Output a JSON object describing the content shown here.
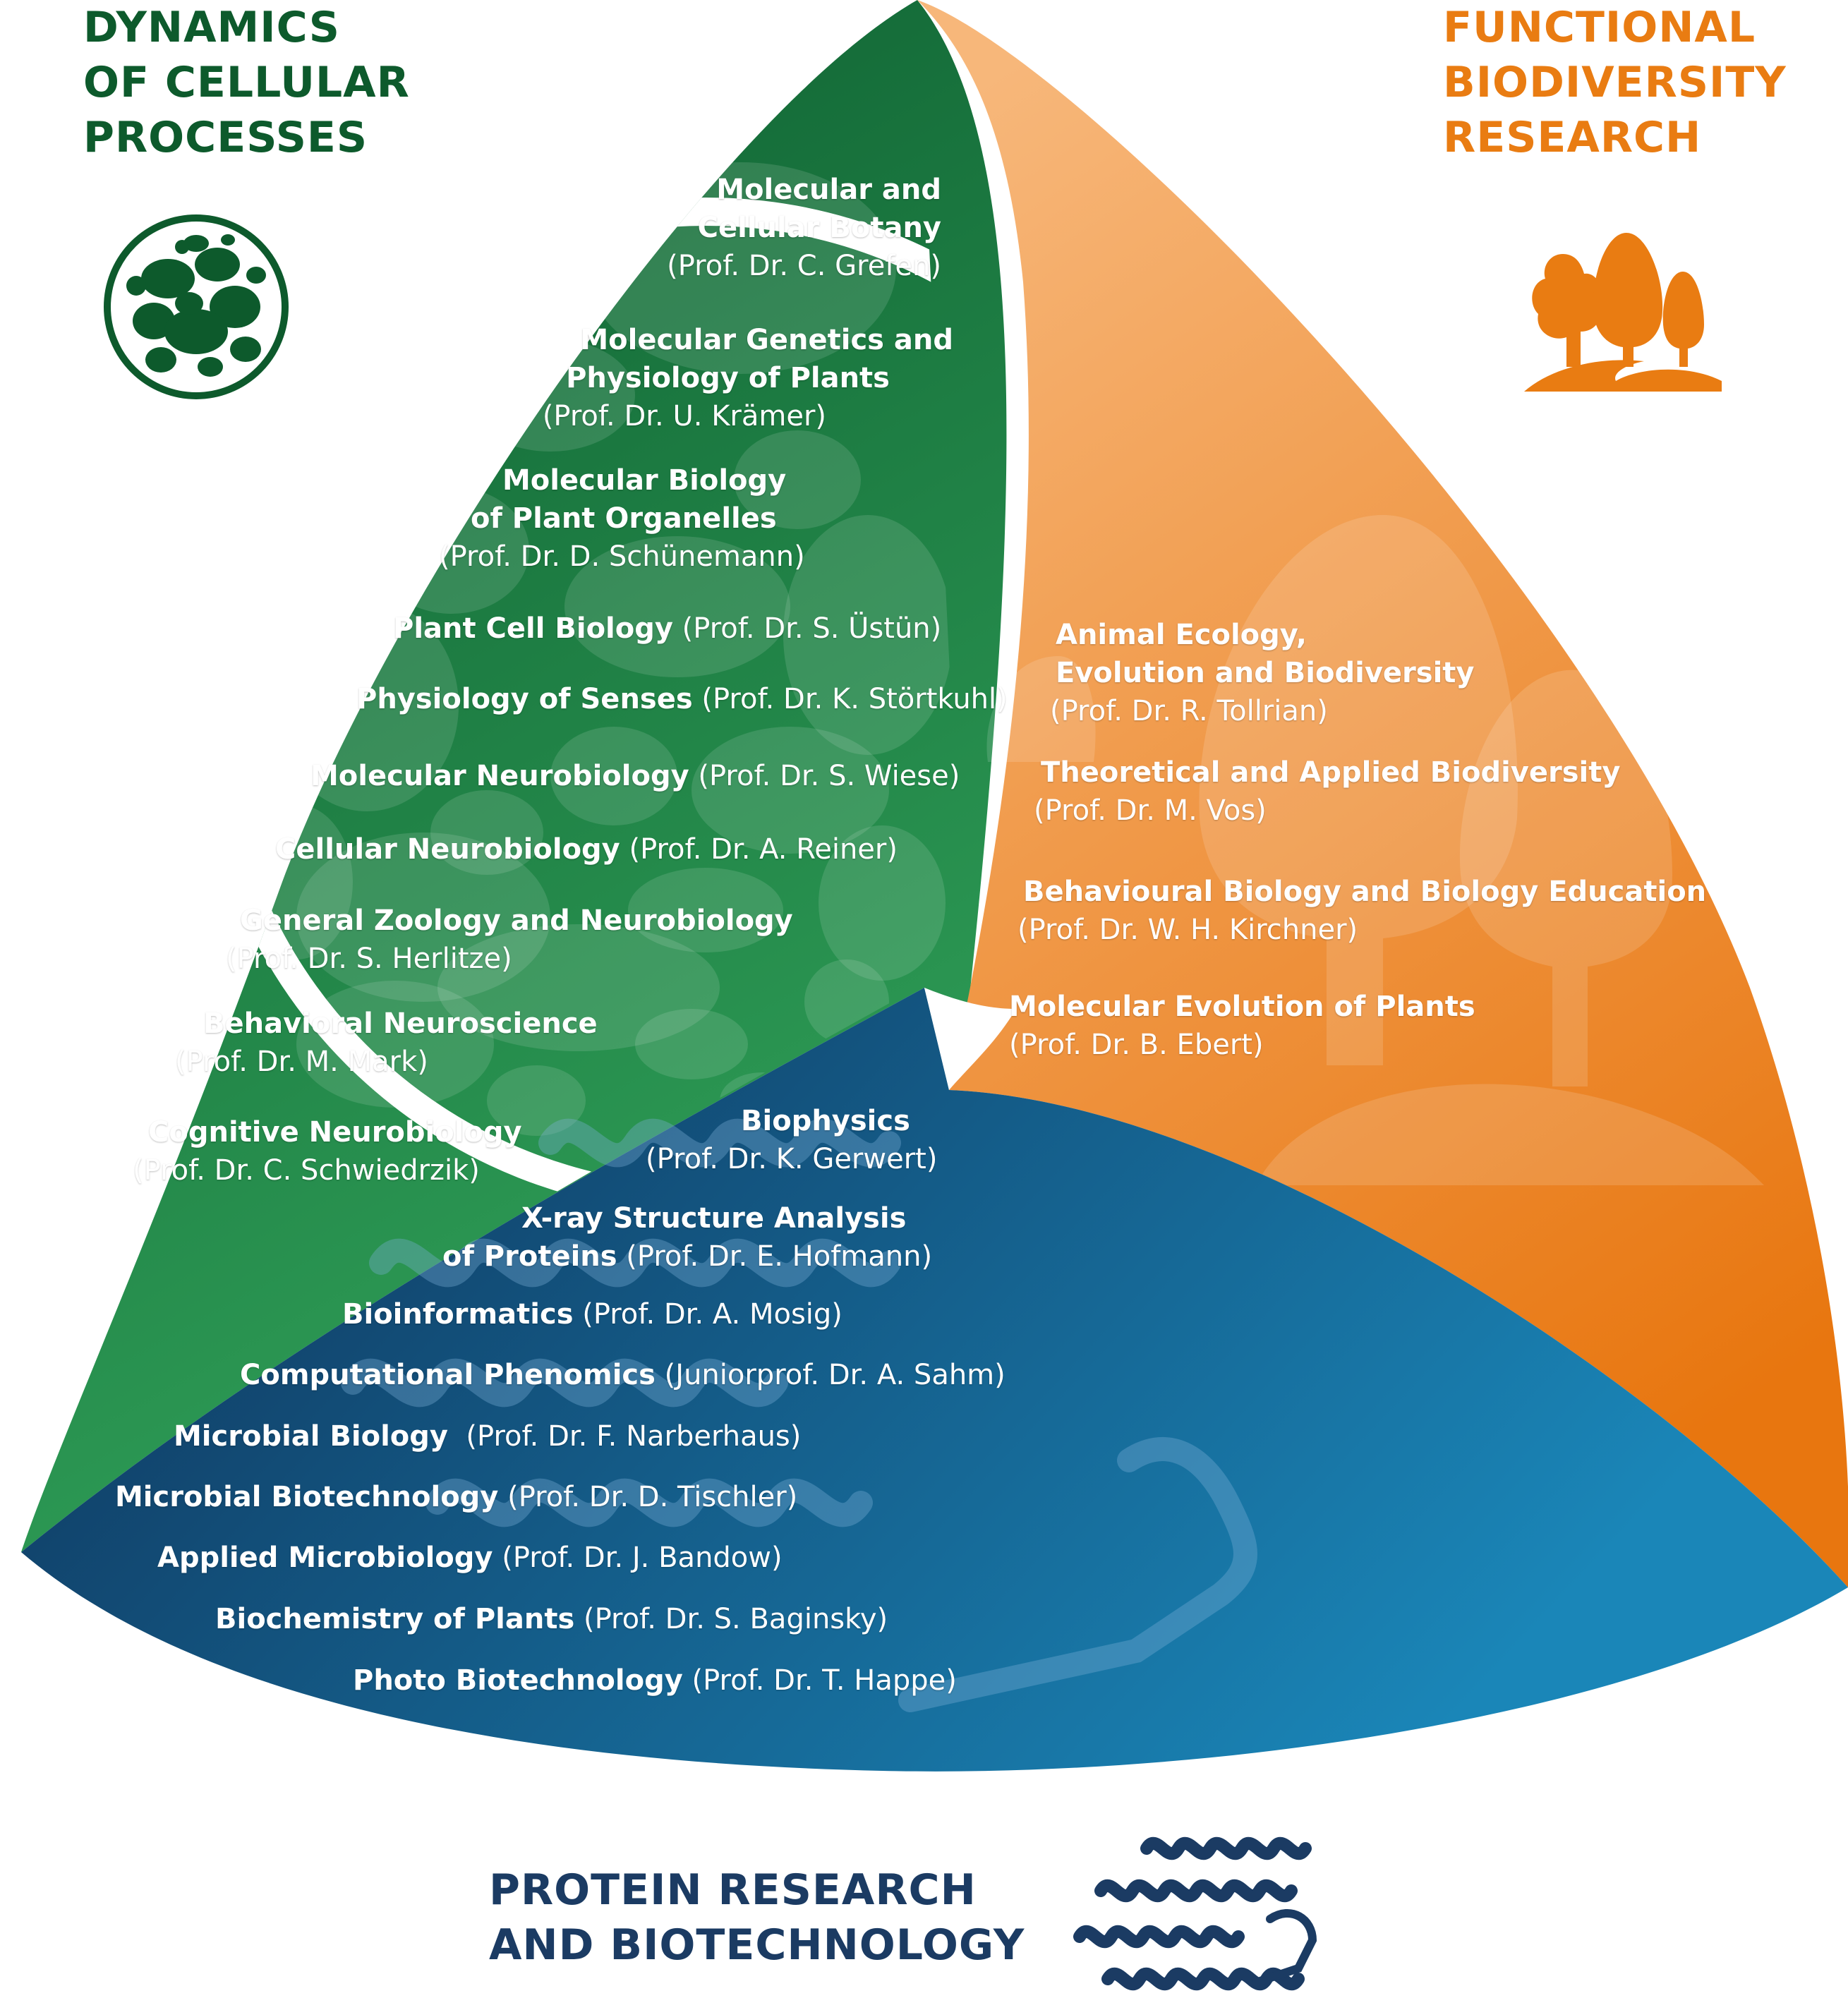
{
  "colors": {
    "cellular_dark": "#0b5a2e",
    "cellular_light": "#2f9e57",
    "biodiversity_light": "#f7b77a",
    "biodiversity_dark": "#e8760f",
    "protein_dark": "#0e2f55",
    "protein_light": "#1a86b8",
    "title_green": "#0d5a2c",
    "title_orange": "#e97c12",
    "title_navy": "#1b3b63"
  },
  "icons": {
    "cellular": "cell-icon",
    "biodiversity": "trees-icon",
    "protein": "protein-helix-icon"
  },
  "clusters": {
    "cellular": {
      "title": [
        "DYNAMICS",
        "OF CELLULAR",
        "PROCESSES"
      ],
      "groups": [
        {
          "lines": [
            {
              "name": "Molecular and",
              "prof": ""
            },
            {
              "name": "Cellular Botany",
              "prof": ""
            },
            {
              "name": "",
              "prof": "(Prof. Dr. C. Grefen)"
            }
          ]
        },
        {
          "lines": [
            {
              "name": "Molecular Genetics and",
              "prof": ""
            },
            {
              "name": "Physiology of Plants",
              "prof": ""
            },
            {
              "name": "",
              "prof": "(Prof. Dr. U. Krämer)"
            }
          ]
        },
        {
          "lines": [
            {
              "name": "Molecular Biology",
              "prof": ""
            },
            {
              "name": "of Plant Organelles",
              "prof": ""
            },
            {
              "name": "",
              "prof": "(Prof. Dr. D. Schünemann)"
            }
          ]
        },
        {
          "lines": [
            {
              "name": "Plant Cell Biology",
              "prof": " (Prof. Dr. S. Üstün)"
            }
          ]
        },
        {
          "lines": [
            {
              "name": "Physiology of Senses",
              "prof": " (Prof. Dr. K. Störtkuhl)"
            }
          ]
        },
        {
          "lines": [
            {
              "name": "Molecular Neurobiology",
              "prof": " (Prof. Dr. S. Wiese)"
            }
          ]
        },
        {
          "lines": [
            {
              "name": "Cellular Neurobiology",
              "prof": " (Prof. Dr. A. Reiner)"
            }
          ]
        },
        {
          "lines": [
            {
              "name": "General Zoology and Neurobiology",
              "prof": ""
            },
            {
              "name": "",
              "prof": "(Prof. Dr. S. Herlitze)"
            }
          ]
        },
        {
          "lines": [
            {
              "name": "Behavioral Neuroscience",
              "prof": ""
            },
            {
              "name": "",
              "prof": "(Prof. Dr. M. Mark)"
            }
          ]
        },
        {
          "lines": [
            {
              "name": "Cognitive Neurobiology",
              "prof": ""
            },
            {
              "name": "",
              "prof": "(Prof. Dr. C. Schwiedrzik)"
            }
          ]
        }
      ]
    },
    "biodiversity": {
      "title": [
        "FUNCTIONAL",
        "BIODIVERSITY",
        "RESEARCH"
      ],
      "groups": [
        {
          "lines": [
            {
              "name": "Animal Ecology,",
              "prof": ""
            },
            {
              "name": "Evolution and Biodiversity",
              "prof": ""
            },
            {
              "name": "",
              "prof": "(Prof. Dr. R. Tollrian)"
            }
          ]
        },
        {
          "lines": [
            {
              "name": "Theoretical and Applied Biodiversity",
              "prof": ""
            },
            {
              "name": "",
              "prof": "(Prof. Dr. M. Vos)"
            }
          ]
        },
        {
          "lines": [
            {
              "name": "Behavioural Biology and Biology Education",
              "prof": ""
            },
            {
              "name": "",
              "prof": "(Prof. Dr. W. H. Kirchner)"
            }
          ]
        },
        {
          "lines": [
            {
              "name": "Molecular Evolution of Plants",
              "prof": ""
            },
            {
              "name": "",
              "prof": "(Prof. Dr. B. Ebert)"
            }
          ]
        }
      ]
    },
    "protein": {
      "title": [
        "PROTEIN RESEARCH",
        "AND BIOTECHNOLOGY"
      ],
      "groups": [
        {
          "lines": [
            {
              "name": "Biophysics",
              "prof": ""
            },
            {
              "name": "",
              "prof": "(Prof. Dr. K. Gerwert)"
            }
          ]
        },
        {
          "lines": [
            {
              "name": "X-ray Structure Analysis",
              "prof": ""
            },
            {
              "name": "of Proteins",
              "prof": " (Prof. Dr. E. Hofmann)"
            }
          ]
        },
        {
          "lines": [
            {
              "name": "Bioinformatics",
              "prof": " (Prof. Dr. A. Mosig)"
            }
          ]
        },
        {
          "lines": [
            {
              "name": "Computational Phenomics",
              "prof": " (Juniorprof. Dr. A. Sahm)"
            }
          ]
        },
        {
          "lines": [
            {
              "name": "Microbial Biology",
              "prof": "  (Prof. Dr. F. Narberhaus)"
            }
          ]
        },
        {
          "lines": [
            {
              "name": "Microbial Biotechnology",
              "prof": " (Prof. Dr. D. Tischler)"
            }
          ]
        },
        {
          "lines": [
            {
              "name": "Applied Microbiology",
              "prof": " (Prof. Dr. J. Bandow)"
            }
          ]
        },
        {
          "lines": [
            {
              "name": "Biochemistry of Plants",
              "prof": " (Prof. Dr. S. Baginsky)"
            }
          ]
        },
        {
          "lines": [
            {
              "name": "Photo Biotechnology",
              "prof": " (Prof. Dr. T. Happe)"
            }
          ]
        }
      ]
    }
  }
}
